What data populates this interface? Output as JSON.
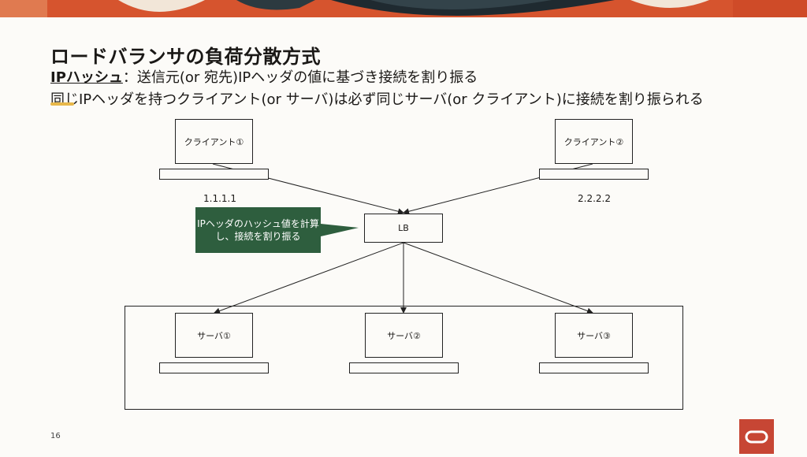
{
  "slide": {
    "title": "ロードバランサの負荷分散方式",
    "line1_keyword": "IPハッシュ",
    "line1_text": "：送信元(or 宛先)IPヘッダの値に基づき接続を割り振る",
    "line2_text": "同じIPヘッダを持つクライアント(or サーバ)は必ず同じサーバ(or クライアント)に接続を割り振られる",
    "page_number": "16"
  },
  "diagram": {
    "client1": "クライアント①",
    "client2": "クライアント②",
    "ip1": "1.1.1.1",
    "ip2": "2.2.2.2",
    "lb": "LB",
    "callout": "IPヘッダのハッシュ値を計算し、接続を割り振る",
    "server1": "サーバ①",
    "server2": "サーバ②",
    "server3": "サーバ③"
  },
  "colors": {
    "callout_bg": "#2e5e3e",
    "logo": "#c74634",
    "accent": "#e8b84a"
  },
  "icons": {
    "logo": "oracle-logo-icon"
  }
}
